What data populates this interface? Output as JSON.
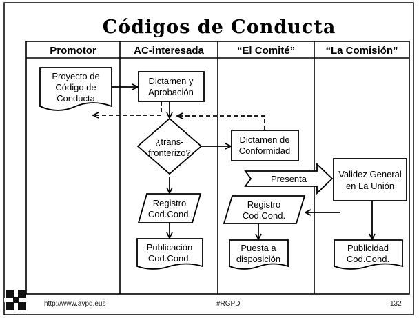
{
  "slide": {
    "title": "Códigos de Conducta",
    "footer": {
      "url": "http://www.avpd.eus",
      "hashtag": "#RGPD",
      "page": "132"
    }
  },
  "lanes": [
    {
      "id": "promotor",
      "label": "Promotor"
    },
    {
      "id": "ac",
      "label": "AC-interesada"
    },
    {
      "id": "comite",
      "label": "“El Comité”"
    },
    {
      "id": "comision",
      "label": "“La Comisión”"
    }
  ],
  "nodes": {
    "proyecto": {
      "shape": "document",
      "lines": [
        "Proyecto de",
        "Código de",
        "Conducta"
      ]
    },
    "dictamen_aprobacion": {
      "shape": "process",
      "lines": [
        "Dictamen y",
        "Aprobación"
      ]
    },
    "transfronterizo": {
      "shape": "decision",
      "lines": [
        "¿trans-",
        "fronterizo?"
      ]
    },
    "dictamen_conformidad": {
      "shape": "process",
      "lines": [
        "Dictamen de",
        "Conformidad"
      ]
    },
    "presenta": {
      "shape": "send-arrow",
      "lines": [
        "Presenta"
      ]
    },
    "validez": {
      "shape": "process",
      "lines": [
        "Validez General",
        "en La Unión"
      ]
    },
    "registro_ac": {
      "shape": "data",
      "lines": [
        "Registro",
        "Cod.Cond."
      ]
    },
    "registro_comite": {
      "shape": "data",
      "lines": [
        "Registro",
        "Cod.Cond."
      ]
    },
    "publicacion": {
      "shape": "document",
      "lines": [
        "Publicación",
        "Cod.Cond."
      ]
    },
    "puesta": {
      "shape": "document",
      "lines": [
        "Puesta a",
        "disposición"
      ]
    },
    "publicidad": {
      "shape": "document",
      "lines": [
        "Publicidad",
        "Cod.Cond."
      ]
    }
  },
  "colors": {
    "ink": "#000000",
    "paper": "#ffffff",
    "logo": "#111111"
  },
  "icons": {
    "logo": "avpd-logo-icon"
  }
}
